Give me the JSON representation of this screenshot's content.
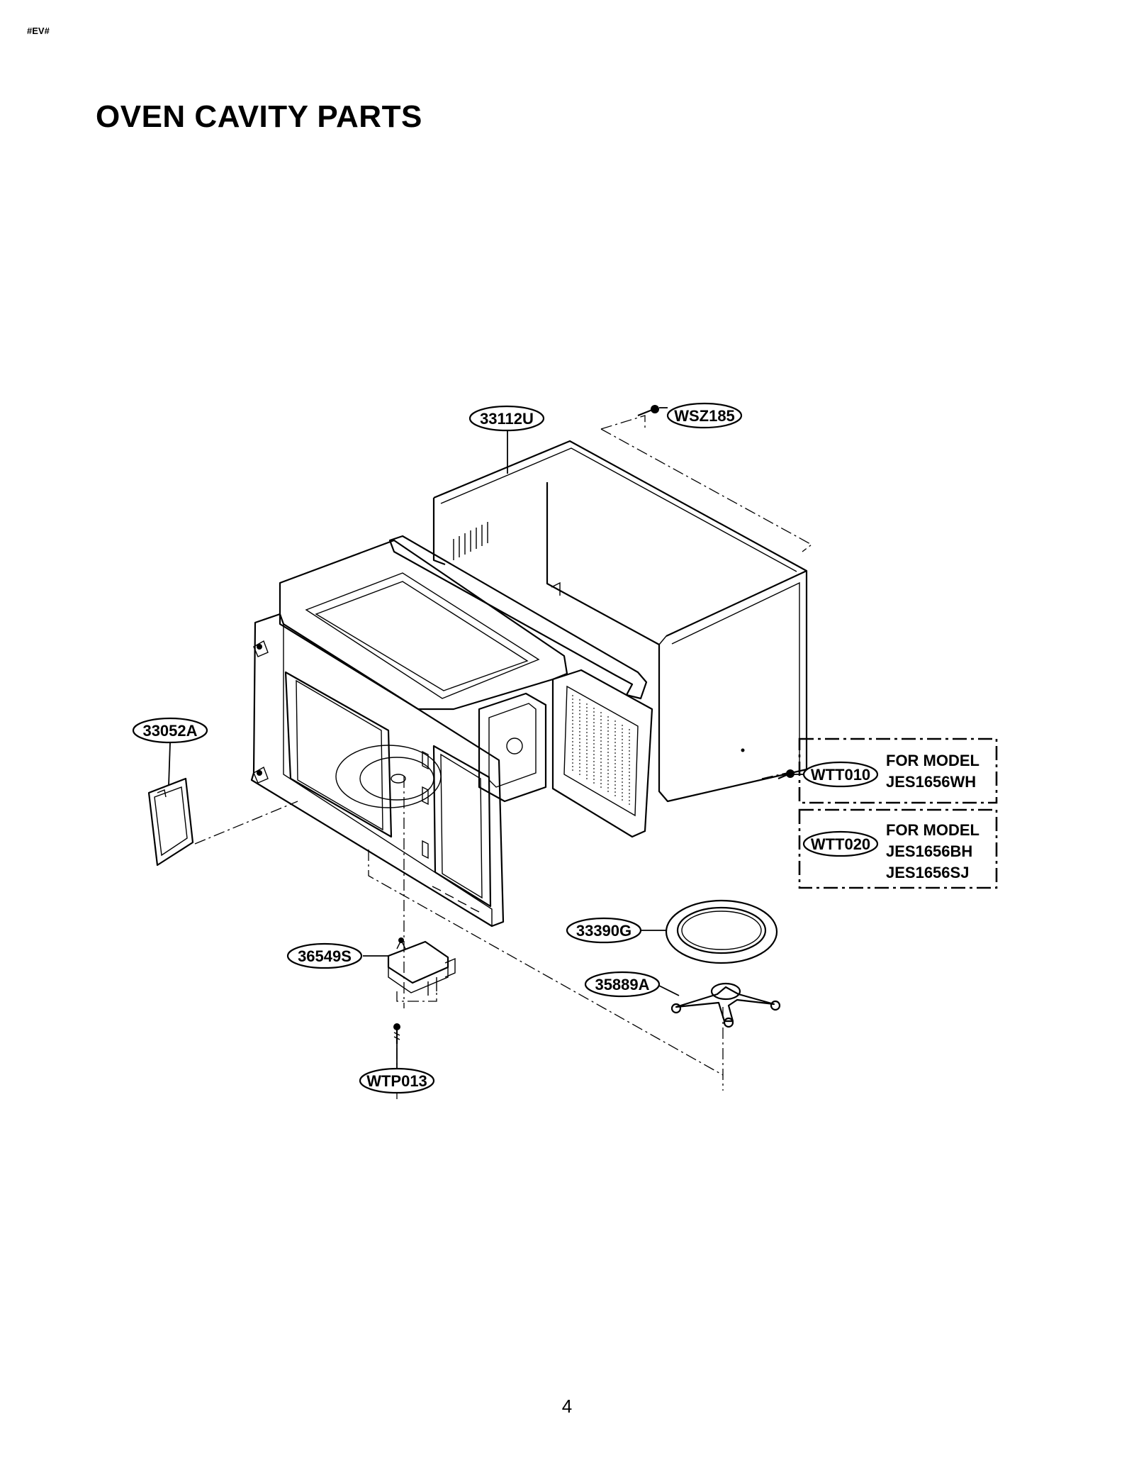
{
  "header": {
    "code": "#EV#",
    "title": "OVEN CAVITY PARTS"
  },
  "footer": {
    "page_number": "4"
  },
  "parts": {
    "p33112U": "33112U",
    "pWSZ185": "WSZ185",
    "p33052A": "33052A",
    "pWTT010": "WTT010",
    "pWTT020": "WTT020",
    "p33390G": "33390G",
    "p36549S": "36549S",
    "p35889A": "35889A",
    "pWTP013": "WTP013"
  },
  "model_notes": {
    "box1": {
      "line1": "FOR MODEL",
      "line2": "JES1656WH"
    },
    "box2": {
      "line1": "FOR MODEL",
      "line2": "JES1656BH",
      "line3": "JES1656SJ"
    }
  }
}
